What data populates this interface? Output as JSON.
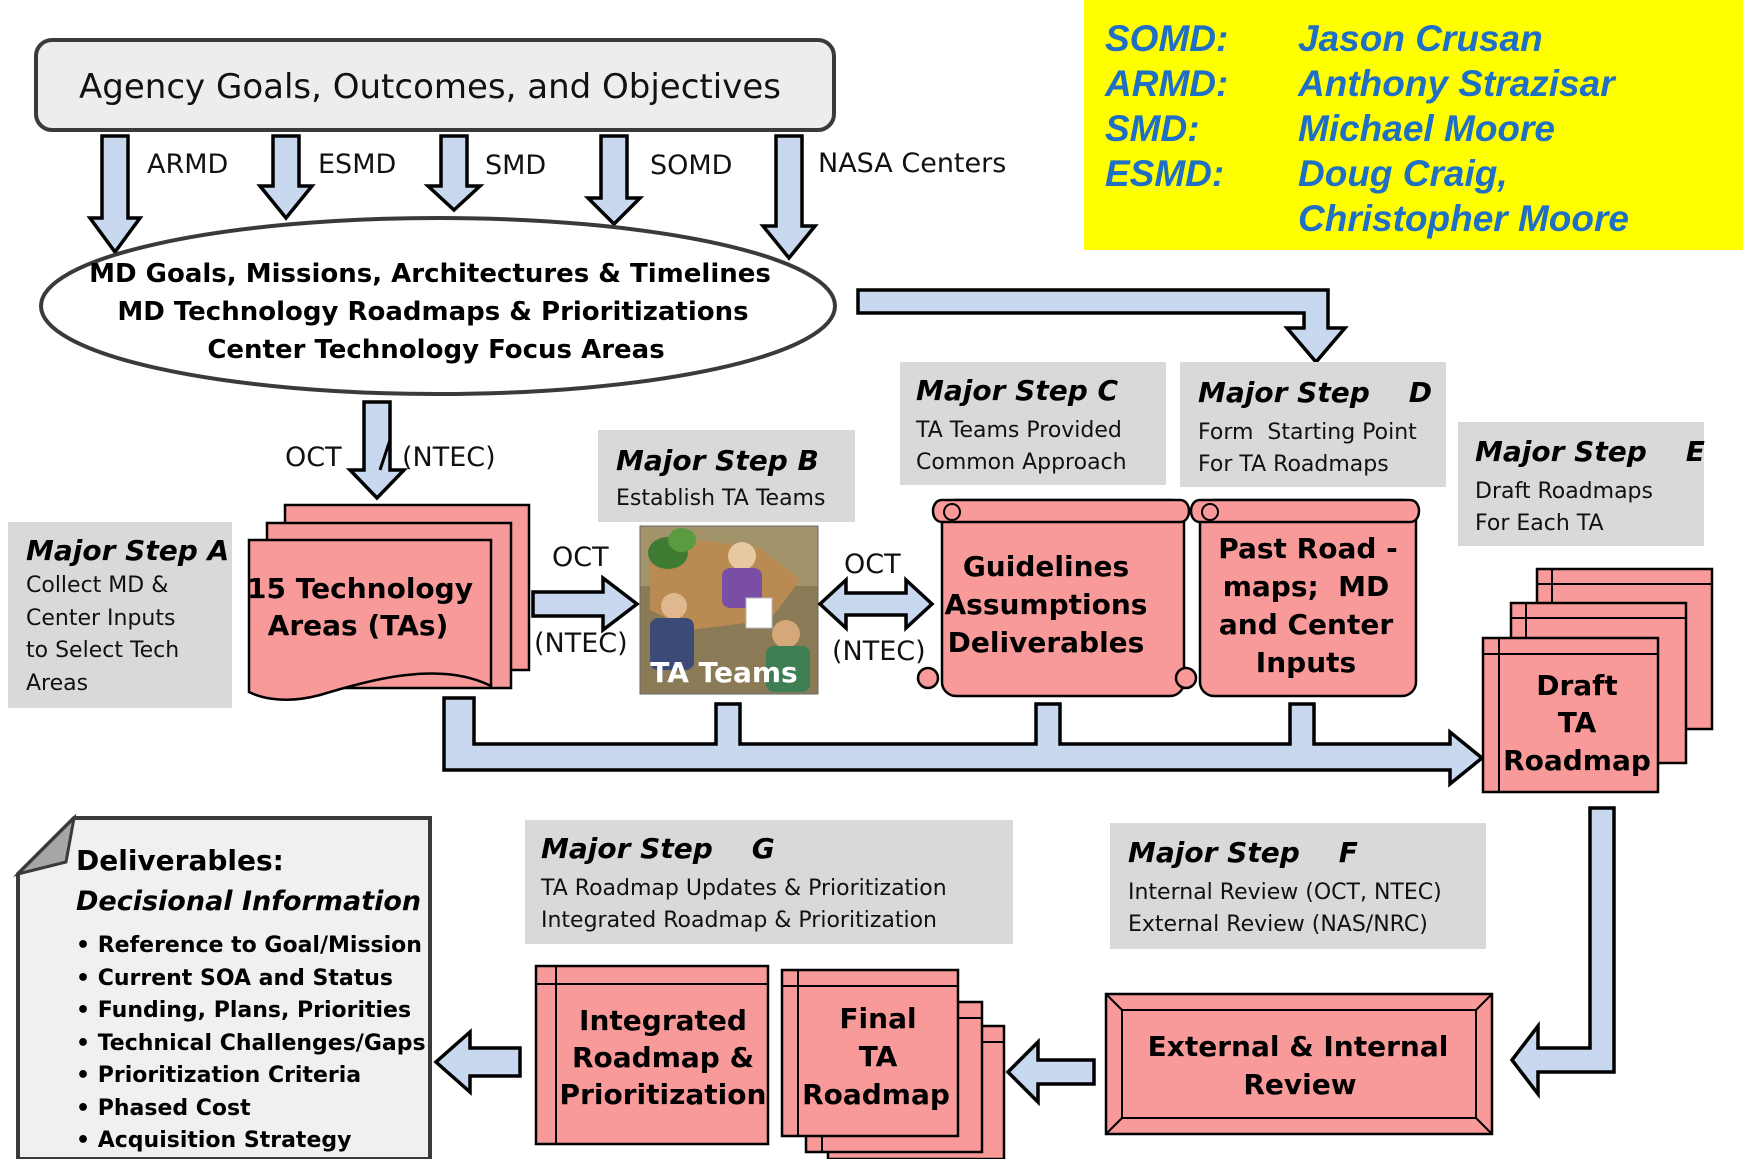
{
  "agency_box": {
    "label": "Agency Goals, Outcomes, and Objectives"
  },
  "directorates": [
    "ARMD",
    "ESMD",
    "SMD",
    "SOMD",
    "NASA Centers"
  ],
  "md_ellipse": {
    "lines": [
      "MD Goals, Missions, Architectures & Timelines",
      "MD Technology Roadmaps & Prioritizations",
      "Center Technology Focus Areas"
    ]
  },
  "contacts": [
    {
      "org": "SOMD:",
      "name": "Jason Crusan"
    },
    {
      "org": "ARMD:",
      "name": "Anthony Strazisar"
    },
    {
      "org": "SMD:",
      "name": "Michael Moore"
    },
    {
      "org": "ESMD:",
      "name": "Doug Craig,"
    },
    {
      "org": "",
      "name": "Christopher Moore"
    }
  ],
  "flow_labels": {
    "oct_1": "OCT",
    "ntec_1": "(NTEC)",
    "oct_2": "OCT",
    "ntec_2": "(NTEC)",
    "oct_3": "OCT",
    "ntec_3": "(NTEC)"
  },
  "steps": {
    "a": {
      "title": "Major Step A",
      "lines": [
        "Collect MD  &",
        "Center Inputs",
        "to Select Tech",
        "Areas"
      ]
    },
    "b": {
      "title": "Major Step B",
      "lines": [
        "Establish TA Teams"
      ]
    },
    "c": {
      "title": "Major Step C",
      "lines": [
        "TA Teams Provided",
        "Common Approach"
      ]
    },
    "d": {
      "title": "Major Step    D",
      "lines": [
        "Form  Starting Point",
        "For TA Roadmaps"
      ]
    },
    "e": {
      "title": "Major Step    E",
      "lines": [
        "Draft Roadmaps",
        "For Each TA"
      ]
    },
    "f": {
      "title": "Major Step    F",
      "lines": [
        "Internal Review (OCT, NTEC)",
        "External Review (NAS/NRC)"
      ]
    },
    "g": {
      "title": "Major Step    G",
      "lines": [
        "TA Roadmap Updates & Prioritization",
        "Integrated Roadmap & Prioritization"
      ]
    }
  },
  "boxes": {
    "tech_areas": [
      "15 Technology",
      "Areas  (TAs)"
    ],
    "ta_teams": "TA Teams",
    "guidelines": [
      "Guidelines",
      "Assumptions",
      "Deliverables"
    ],
    "past_roadmaps": [
      "Past Road -",
      "maps;  MD",
      "and Center",
      "Inputs"
    ],
    "draft": [
      "Draft",
      "TA",
      "Roadmap"
    ],
    "review": [
      "External & Internal",
      "Review"
    ],
    "final": [
      "Final",
      "TA",
      "Roadmap"
    ],
    "integrated": [
      "Integrated",
      "Roadmap &",
      "Prioritization"
    ]
  },
  "deliverables": {
    "title": "Deliverables:",
    "subtitle": "Decisional Information",
    "items": [
      "• Reference to Goal/Mission",
      "• Current SOA and Status",
      "• Funding, Plans, Priorities",
      "• Technical Challenges/Gaps",
      "• Prioritization Criteria",
      "• Phased Cost",
      "• Acquisition Strategy"
    ]
  },
  "colors": {
    "arrow_fill": "#c7d8ef",
    "box_fill": "#f99a9a",
    "step_bg": "#d9d9d9",
    "contact_bg": "#ffff00",
    "contact_text": "#1f6fc4"
  }
}
